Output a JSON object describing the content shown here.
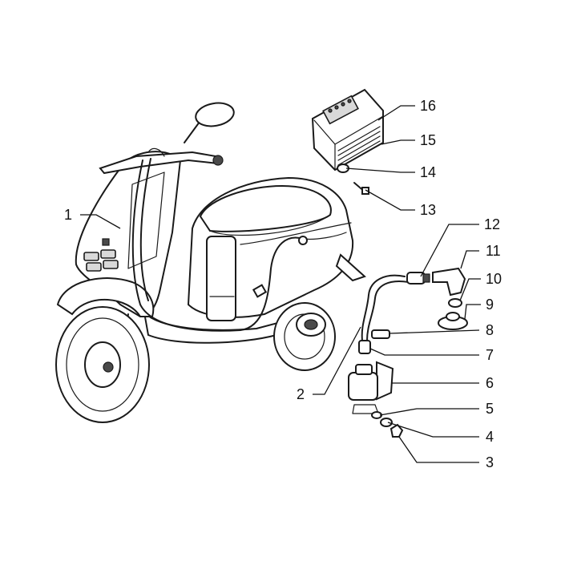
{
  "callouts": [
    {
      "label": "1"
    },
    {
      "label": "2"
    },
    {
      "label": "3"
    },
    {
      "label": "4"
    },
    {
      "label": "5"
    },
    {
      "label": "6"
    },
    {
      "label": "7"
    },
    {
      "label": "8"
    },
    {
      "label": "9"
    },
    {
      "label": "10"
    },
    {
      "label": "11"
    },
    {
      "label": "12"
    },
    {
      "label": "13"
    },
    {
      "label": "14"
    },
    {
      "label": "15"
    },
    {
      "label": "16"
    }
  ],
  "colors": {
    "ink": "#1a1a1a",
    "background": "#ffffff",
    "shade": "#d9d9d9"
  }
}
